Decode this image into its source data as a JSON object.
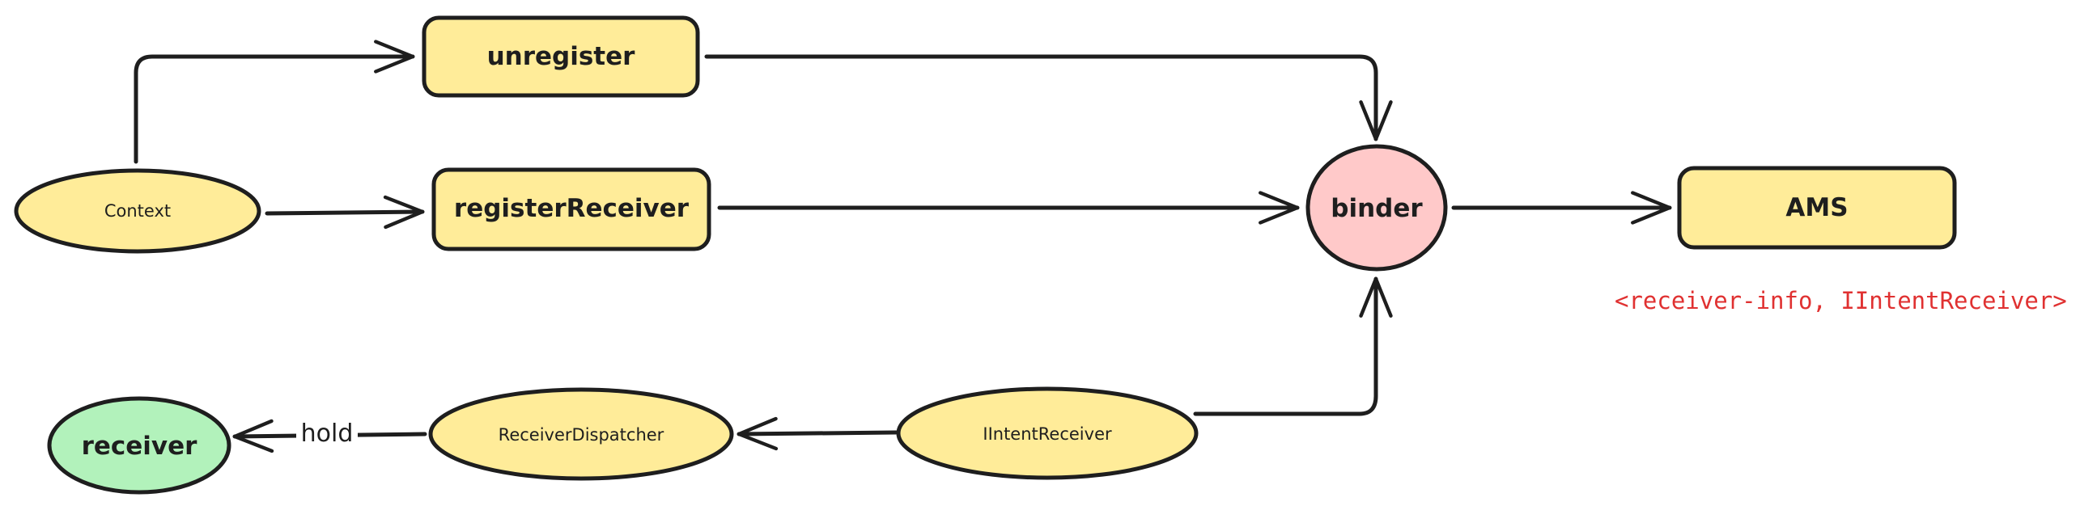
{
  "nodes": {
    "unregister": {
      "label": "unregister"
    },
    "context": {
      "label": "Context"
    },
    "register_receiver": {
      "label": "registerReceiver"
    },
    "binder": {
      "label": "binder"
    },
    "ams": {
      "label": "AMS"
    },
    "receiver": {
      "label": "receiver"
    },
    "receiver_dispatcher": {
      "label": "ReceiverDispatcher"
    },
    "iintent_receiver": {
      "label": "IIntentReceiver"
    }
  },
  "edges": {
    "dispatcher_to_receiver": {
      "label": "hold"
    }
  },
  "annotation": {
    "text": "<receiver-info, IIntentReceiver>"
  },
  "colors": {
    "stroke": "#1e1e1e",
    "rect_fill": "#ffec99",
    "ellipse_fill": "#ffec99",
    "binder_fill": "#ffc9c9",
    "receiver_fill": "#b2f2bb",
    "annotation": "#e03131"
  }
}
